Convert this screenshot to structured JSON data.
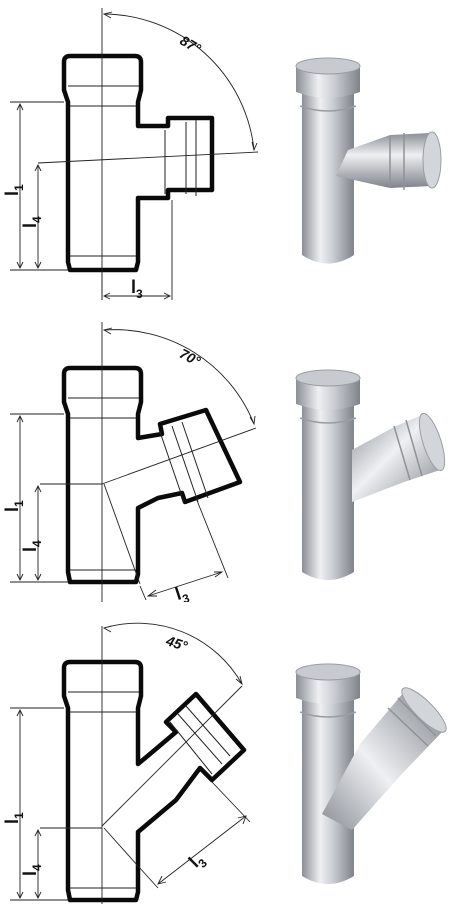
{
  "colors": {
    "ink": "#111111",
    "pipe_light": "#e4e6ea",
    "pipe_mid": "#b7bbc1",
    "pipe_dark": "#7c8087"
  },
  "fittings": [
    {
      "angle_label": "87°",
      "dim_long": "l",
      "dim_long_sub": "1",
      "dim_short": "l",
      "dim_short_sub": "4",
      "dim_branch": "l",
      "dim_branch_sub": "3"
    },
    {
      "angle_label": "70°",
      "dim_long": "l",
      "dim_long_sub": "1",
      "dim_short": "l",
      "dim_short_sub": "4",
      "dim_branch": "l",
      "dim_branch_sub": "3"
    },
    {
      "angle_label": "45°",
      "dim_long": "l",
      "dim_long_sub": "1",
      "dim_short": "l",
      "dim_short_sub": "4",
      "dim_branch": "l",
      "dim_branch_sub": "3"
    }
  ]
}
